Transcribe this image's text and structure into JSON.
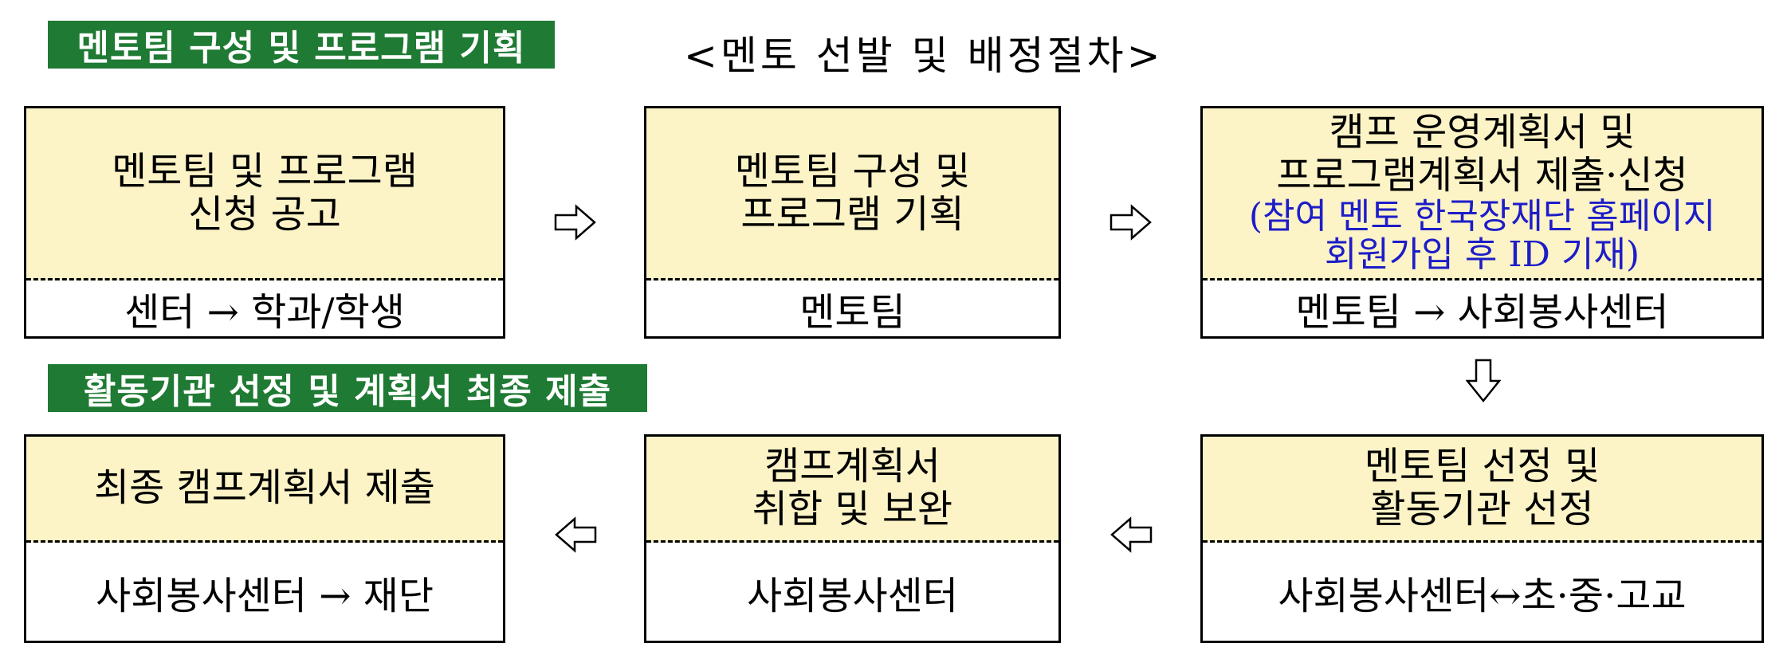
{
  "sections": {
    "planning_badge": "멘토팀 구성 및 프로그램 기획",
    "selection_badge": "활동기관 선정 및 계획서 최종 제출",
    "heading": "<멘토 선발 및 배정절차>"
  },
  "steps": [
    {
      "lines": [
        "멘토팀 및 프로그램",
        "신청 공고"
      ],
      "actor": "센터 → 학과/학생"
    },
    {
      "lines": [
        "멘토팀 구성 및",
        "프로그램 기획"
      ],
      "actor": "멘토팀"
    },
    {
      "lines": [
        "캠프 운영계획서 및",
        "프로그램계획서 제출·신청"
      ],
      "note_lines": [
        "(참여 멘토 한국장재단 홈페이지",
        "회원가입 후 ID 기재)"
      ],
      "actor": "멘토팀 → 사회봉사센터"
    },
    {
      "lines": [
        "멘토팀 선정 및",
        "활동기관 선정"
      ],
      "actor": "사회봉사센터↔초·중·고교"
    },
    {
      "lines": [
        "캠프계획서",
        "취합 및 보완"
      ],
      "actor": "사회봉사센터"
    },
    {
      "lines": [
        "최종 캠프계획서 제출"
      ],
      "actor": "사회봉사센터 → 재단"
    }
  ],
  "colors": {
    "badge": "#1f7a33",
    "box_fill": "#fcf3c6",
    "note_text": "#1d1dc8"
  },
  "icons": {
    "right_arrow": "hollow-right-arrow",
    "down_arrow": "hollow-down-arrow",
    "left_arrow": "hollow-left-arrow"
  }
}
